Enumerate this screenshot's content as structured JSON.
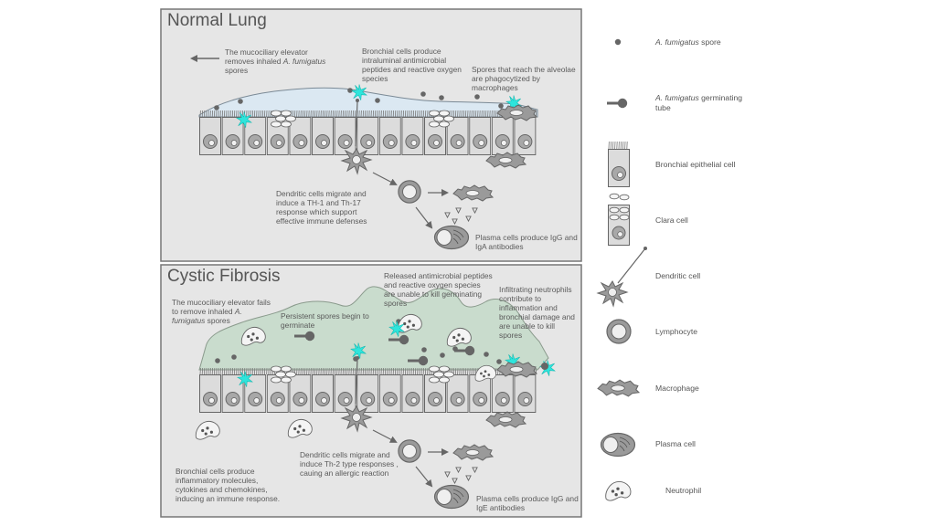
{
  "panels": {
    "normal": {
      "title": "Normal Lung",
      "labels": {
        "elevator_pre": "The mucociliary elevator removes inhaled ",
        "elevator_species": "A. fumigatus",
        "elevator_post": " spores",
        "bronchial": "Bronchial cells produce intraluminal antimicrobial peptides and reactive oxygen species",
        "alveolae": "Spores that reach the alveolae are phagocytized by macrophages",
        "dendritic": "Dendritic cells migrate and induce a TH-1 and Th-17 response which support effective immune defenses",
        "plasma": "Plasma cells produce IgG and IgA antibodies"
      }
    },
    "cf": {
      "title": "Cystic Fibrosis",
      "labels": {
        "elevator_pre": "The mucociliary elevator fails to remove inhaled ",
        "elevator_species": "A. fumigatus",
        "elevator_post": " spores",
        "persistent": "Persistent spores begin to germinate",
        "released": "Released antimicrobial peptides and reactive oxygen species are unable to kill germinating spores",
        "neutrophils": "Infiltrating neutrophils contribute to inflammation and bronchial damage and are unable to kill spores",
        "bronchial": "Bronchial cells produce inflammatory molecules, cytokines and chemokines, inducing an immune response.",
        "dendritic": "Dendritic cells migrate and induce Th-2 type responses , cauing an allergic reaction",
        "plasma": "Plasma cells produce IgG and IgE antibodies"
      }
    }
  },
  "legend": {
    "spore_species": "A. fumigatus",
    "spore_rest": " spore",
    "tube_species": "A. fumigatus",
    "tube_rest": " germinating tube",
    "epithelial": "Bronchial epithelial cell",
    "clara": "Clara cell",
    "dendritic": "Dendritic cell",
    "lymphocyte": "Lymphocyte",
    "macrophage": "Macrophage",
    "plasma": "Plasma cell",
    "neutrophil": "Neutrophil"
  },
  "colors": {
    "panel_bg": "#e6e6e6",
    "panel_border": "#777777",
    "cell_fill": "#dcdcdc",
    "cell_stroke": "#666666",
    "mucus_normal": "#dbe8f2",
    "mucus_cf": "#c9dccd",
    "burst": "#2ee5dc",
    "dark": "#666666"
  }
}
